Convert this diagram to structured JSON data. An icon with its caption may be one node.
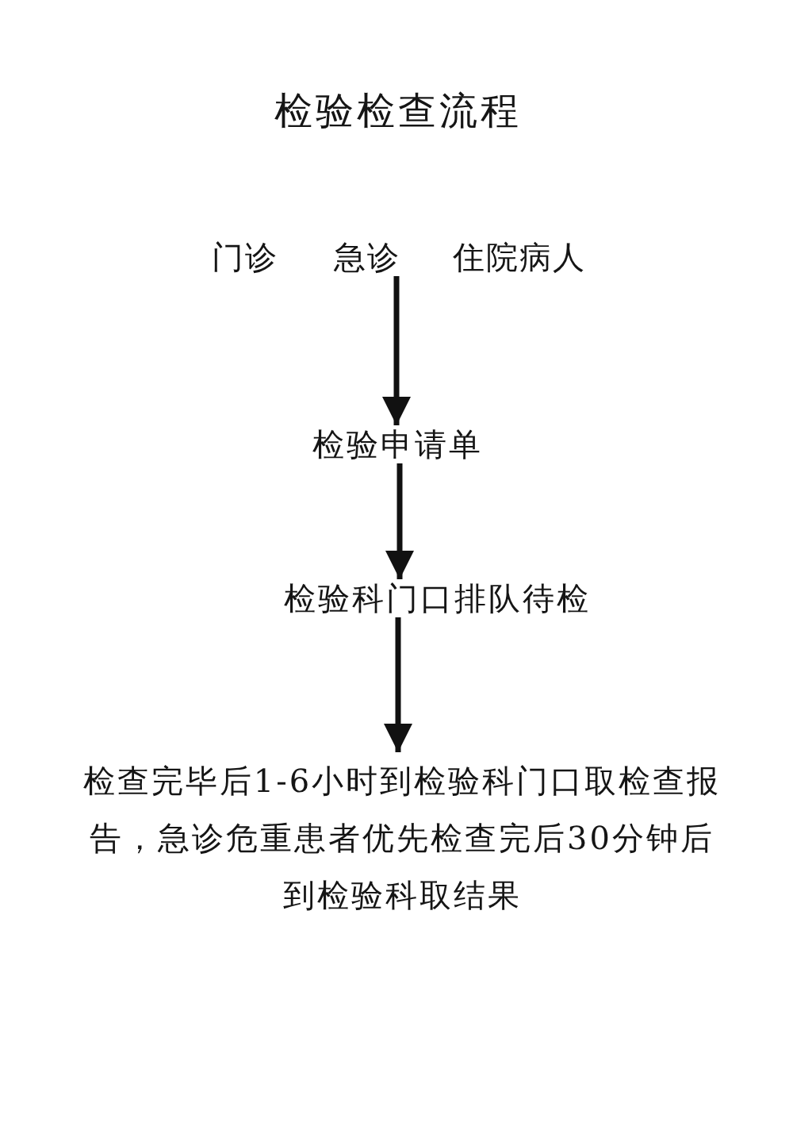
{
  "diagram": {
    "title": "检验检查流程",
    "nodes": [
      {
        "text": [
          "门诊"
        ]
      },
      {
        "text": [
          "急诊"
        ]
      },
      {
        "text": [
          "住院病人"
        ]
      },
      {
        "text": [
          "检验申请单"
        ]
      },
      {
        "text": [
          "检验科门口排队待检"
        ]
      },
      {
        "text": [
          "检查完毕后1-6小时到检验科门口取检查报告，急诊危重患者优先检查完后30分钟后到检验科取结果"
        ]
      }
    ],
    "edges": [
      {
        "from": 1,
        "to": 3,
        "arrow": "to"
      },
      {
        "from": 3,
        "to": 4,
        "arrow": "to"
      },
      {
        "from": 4,
        "to": 5,
        "arrow": "to"
      }
    ]
  }
}
